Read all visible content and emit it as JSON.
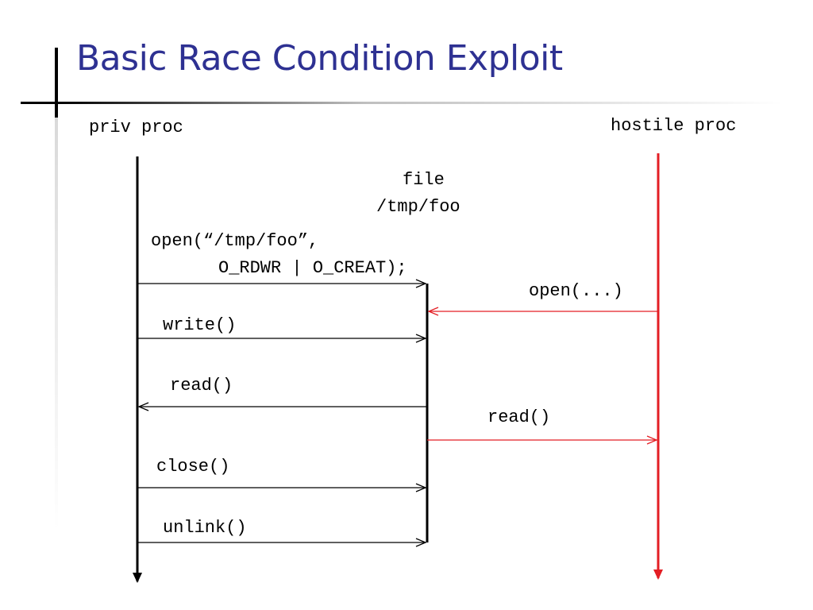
{
  "slide": {
    "title": "Basic Race Condition Exploit"
  },
  "diagram": {
    "lanes": {
      "priv": "priv proc",
      "hostile": "hostile proc",
      "file_line1": "file",
      "file_line2": "/tmp/foo"
    },
    "messages": {
      "open_line1": "open(“/tmp/foo”,",
      "open_line2": "O_RDWR | O_CREAT);",
      "hostile_open": "open(...)",
      "write": "write()",
      "priv_read": "read()",
      "hostile_read": "read()",
      "close": "close()",
      "unlink": "unlink()"
    },
    "colors": {
      "title": "#2e3192",
      "priv": "#000000",
      "hostile": "#e31e24"
    }
  }
}
